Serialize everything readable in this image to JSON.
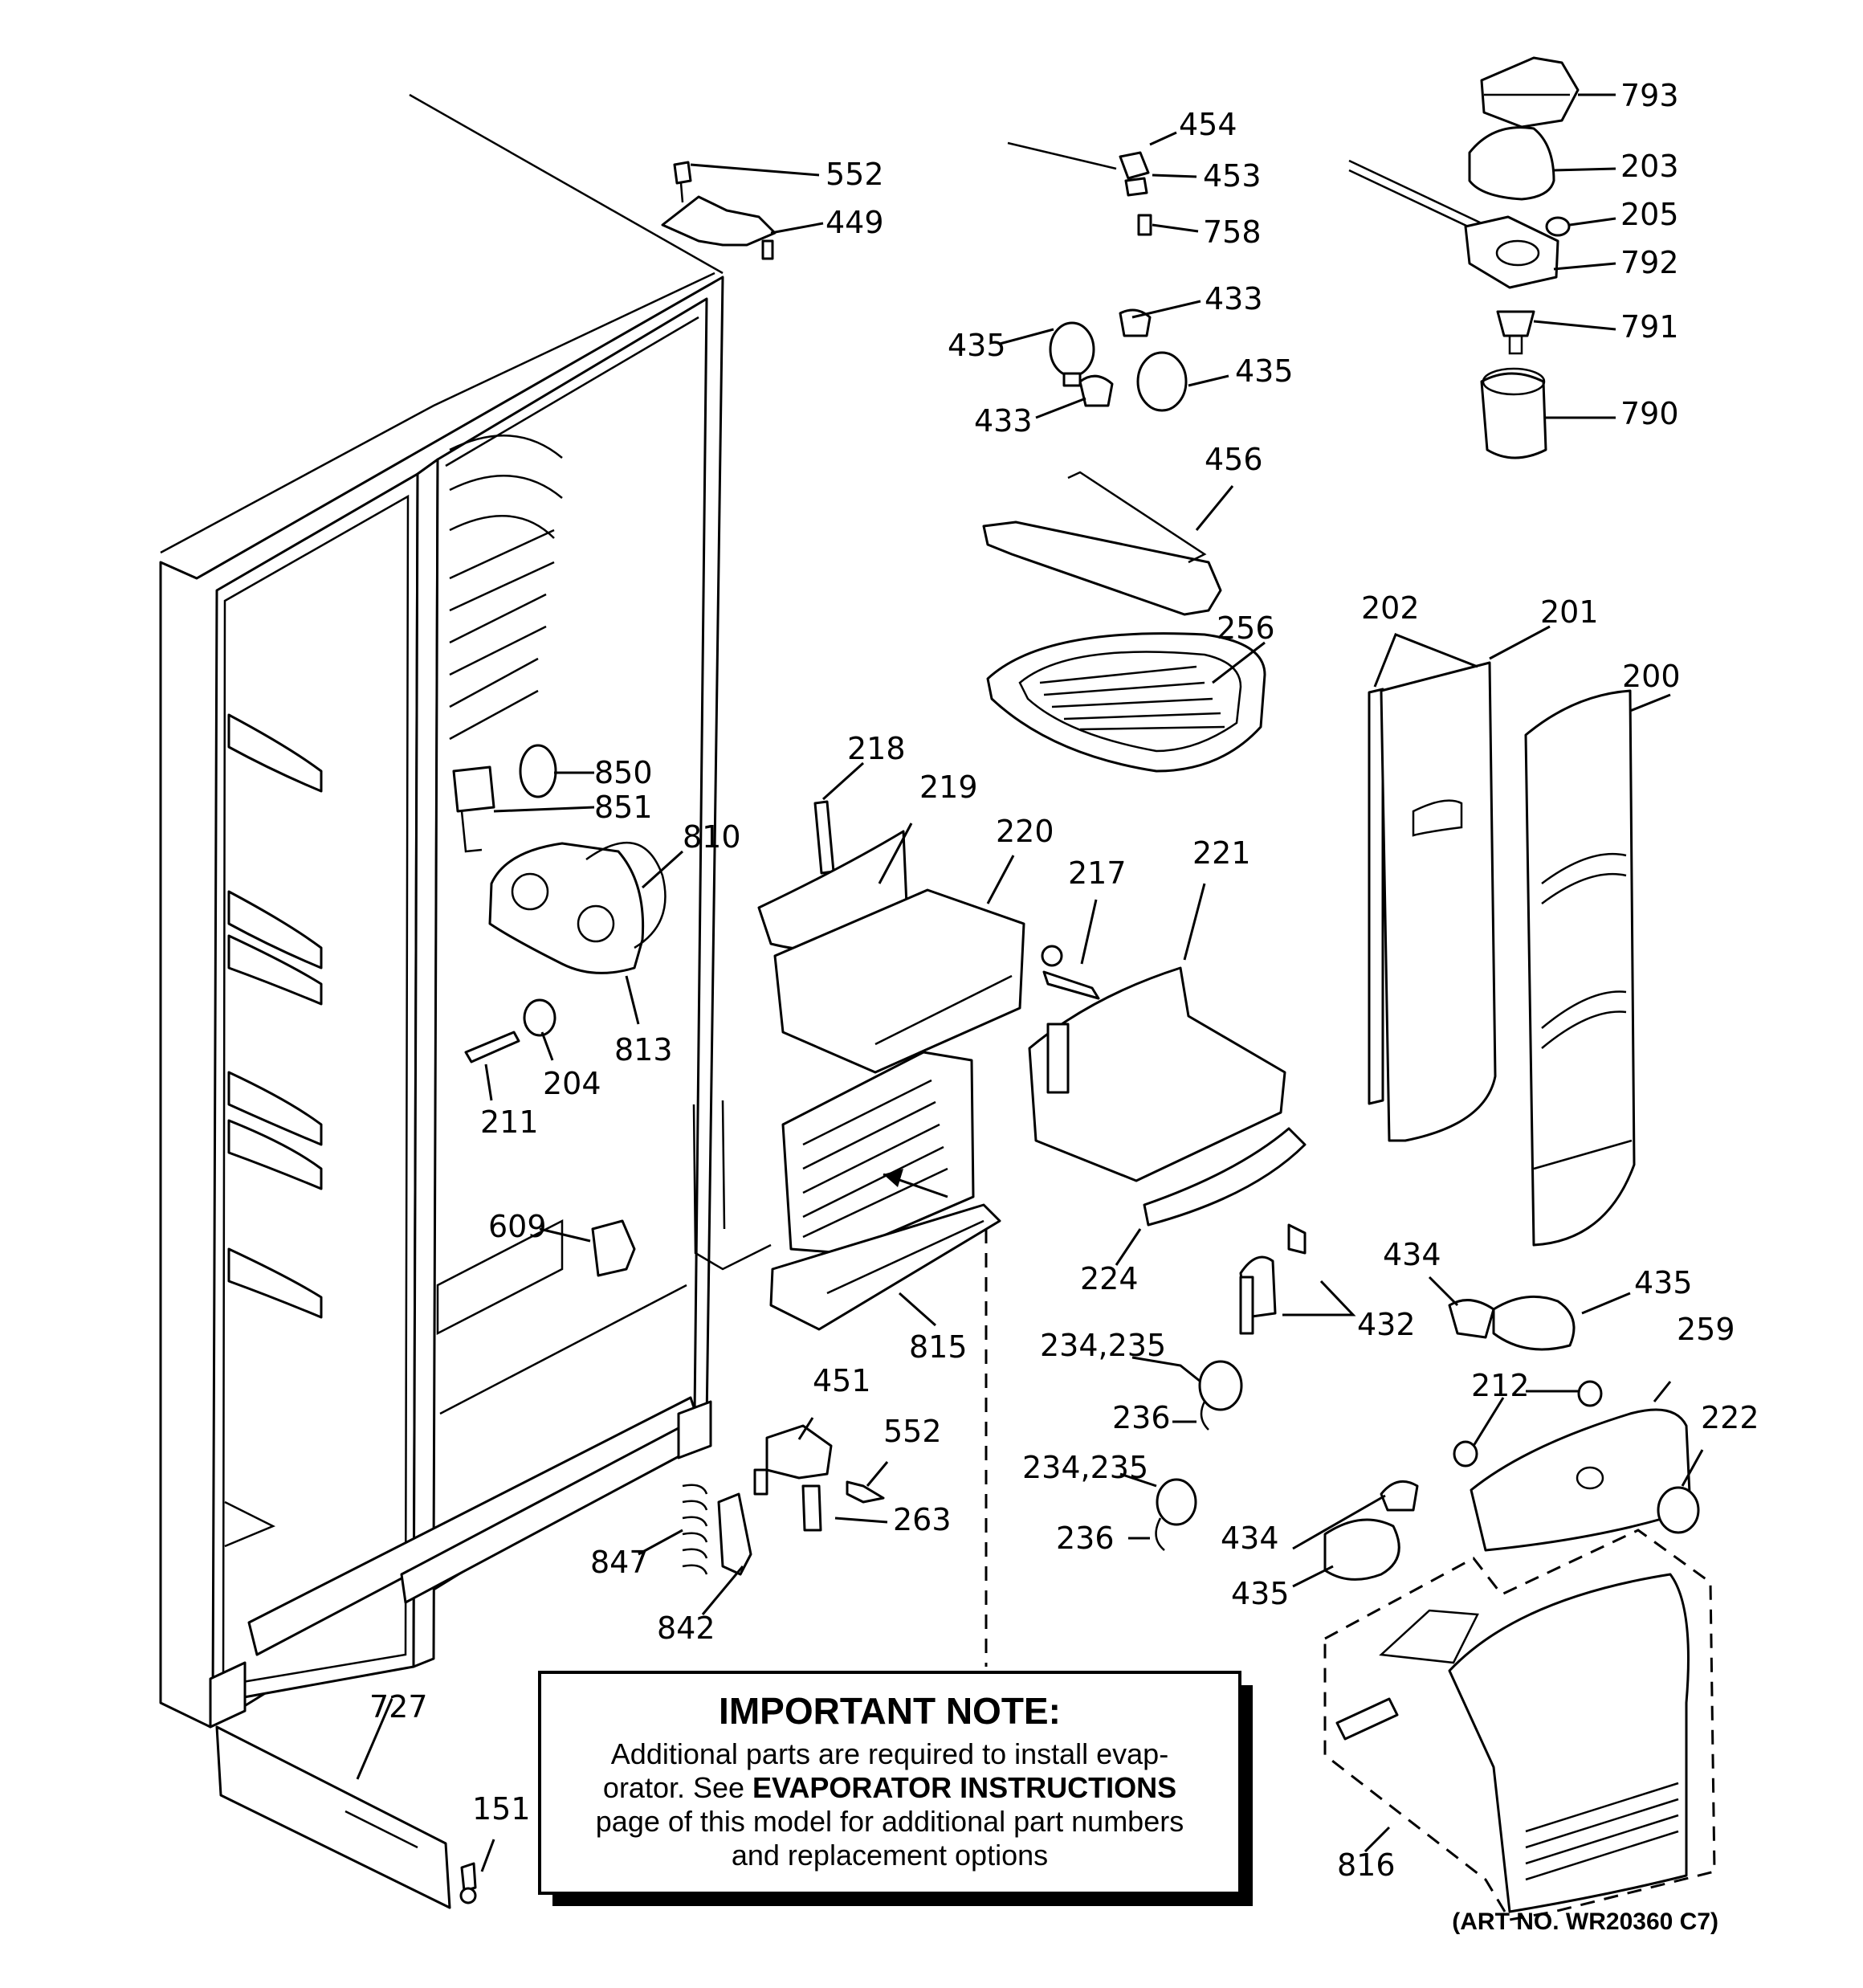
{
  "callouts": {
    "c552a": "552",
    "c449": "449",
    "c454": "454",
    "c453": "453",
    "c758": "758",
    "c433a": "433",
    "c435a": "435",
    "c435b": "435",
    "c433b": "433",
    "c793": "793",
    "c203": "203",
    "c205": "205",
    "c792": "792",
    "c791": "791",
    "c790": "790",
    "c456": "456",
    "c256": "256",
    "c202": "202",
    "c201": "201",
    "c200": "200",
    "c850": "850",
    "c851": "851",
    "c810": "810",
    "c813": "813",
    "c204": "204",
    "c211": "211",
    "c218": "218",
    "c219": "219",
    "c220": "220",
    "c217": "217",
    "c221": "221",
    "c609": "609",
    "c815": "815",
    "c224": "224",
    "c434a": "434",
    "c435c": "435",
    "c432": "432",
    "c23435a": "234,235",
    "c236a": "236",
    "c23435b": "234,235",
    "c236b": "236",
    "c451": "451",
    "c552b": "552",
    "c263": "263",
    "c847": "847",
    "c842": "842",
    "c259": "259",
    "c212": "212",
    "c222": "222",
    "c434b": "434",
    "c435d": "435",
    "c727": "727",
    "c151": "151",
    "c816": "816"
  },
  "note": {
    "title": "IMPORTANT NOTE:",
    "line1": "Additional parts are required to install evap-",
    "line2_pre": "orator.  See ",
    "line2_bold": "EVAPORATOR INSTRUCTIONS",
    "line3": "page of this model for additional part numbers",
    "line4": "and replacement options"
  },
  "art_number": "(ART NO. WR20360 C7)"
}
